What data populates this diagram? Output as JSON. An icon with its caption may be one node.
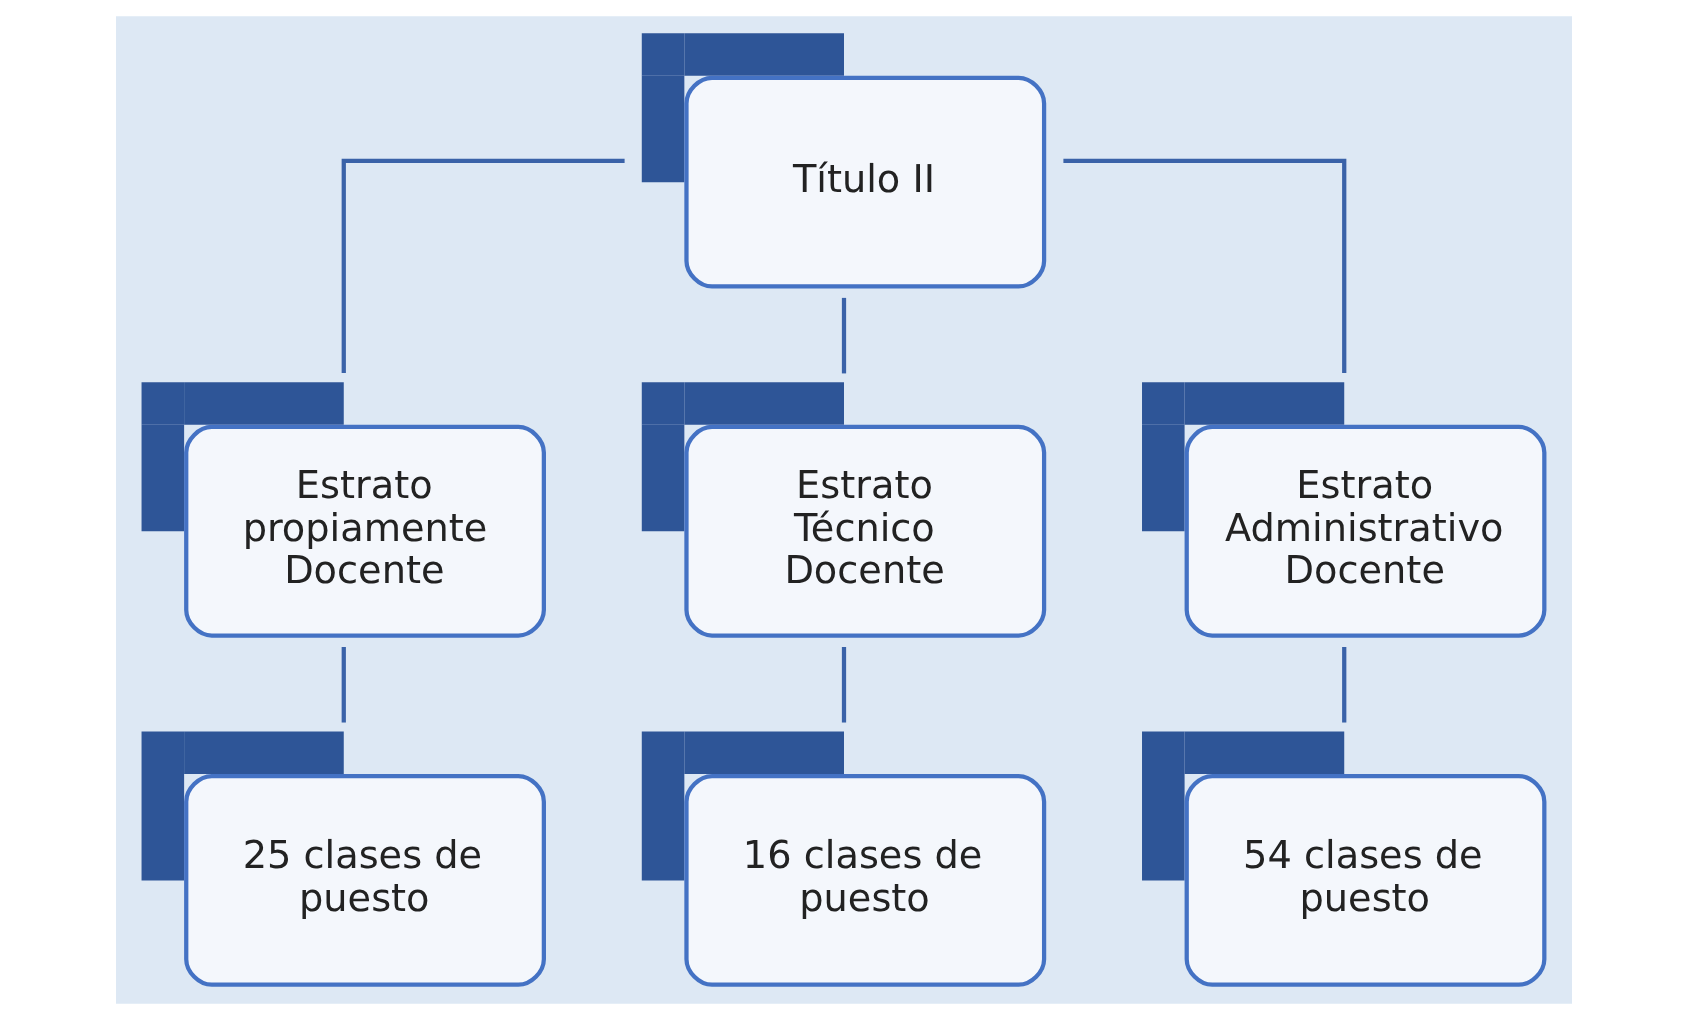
{
  "diagram": {
    "nodes": [
      {
        "text": [
          "Título II"
        ]
      },
      {
        "text": [
          "Estrato propiamente Docente"
        ]
      },
      {
        "text": [
          "Estrato Técnico Docente"
        ]
      },
      {
        "text": [
          "Estrato Administrativo Docente"
        ]
      },
      {
        "text": [
          "25 clases de puesto"
        ]
      },
      {
        "text": [
          "16 clases de puesto"
        ]
      },
      {
        "text": [
          "54 clases de puesto"
        ]
      }
    ],
    "edges": [
      {
        "from": 0,
        "to": 1,
        "arrow": "none"
      },
      {
        "from": 0,
        "to": 2,
        "arrow": "none"
      },
      {
        "from": 0,
        "to": 3,
        "arrow": "none"
      },
      {
        "from": 1,
        "to": 4,
        "arrow": "none"
      },
      {
        "from": 2,
        "to": 5,
        "arrow": "none"
      },
      {
        "from": 3,
        "to": 6,
        "arrow": "none"
      }
    ]
  }
}
